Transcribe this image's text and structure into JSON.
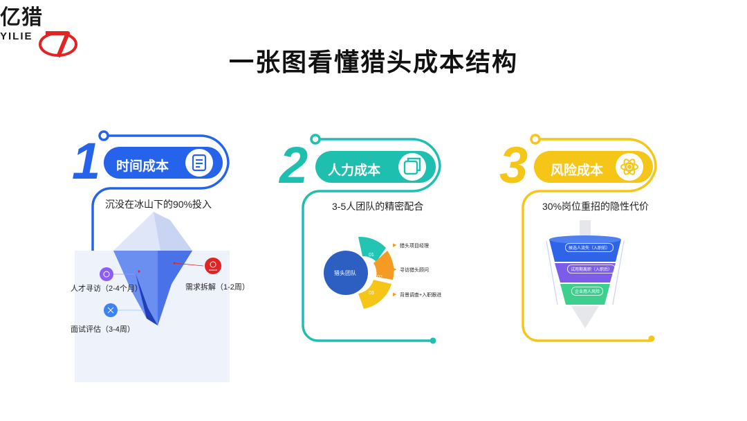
{
  "brand": {
    "name_cn": "亿猎",
    "name_en": "YILIE"
  },
  "title": "一张图看懂猎头成本结构",
  "colors": {
    "blue": "#2563eb",
    "teal": "#1fbfb0",
    "yellow": "#f5c518",
    "red": "#e02424"
  },
  "icons": {
    "time": "document-icon",
    "labor": "squares-icon",
    "risk": "atom-icon"
  },
  "cards": [
    {
      "number": "1",
      "label": "时间成本",
      "subtitle": "沉没在冰山下的90%投入",
      "items": [
        "人才寻访（2-4个月）",
        "需求拆解（1-2周）",
        "面试评估（3-4周）"
      ]
    },
    {
      "number": "2",
      "label": "人力成本",
      "subtitle": "3-5人团队的精密配合",
      "center": "猎头团队",
      "segments": [
        "01",
        "02",
        "03"
      ],
      "items": [
        "猎头项目经理",
        "寻访猎头顾问",
        "背景调查+入职跟进"
      ]
    },
    {
      "number": "3",
      "label": "风险成本",
      "subtitle": "30%岗位重招的隐性代价",
      "funnel": [
        "候选人流失（入职前）",
        "试用期离职（入职后）",
        "企业用人风险"
      ]
    }
  ]
}
